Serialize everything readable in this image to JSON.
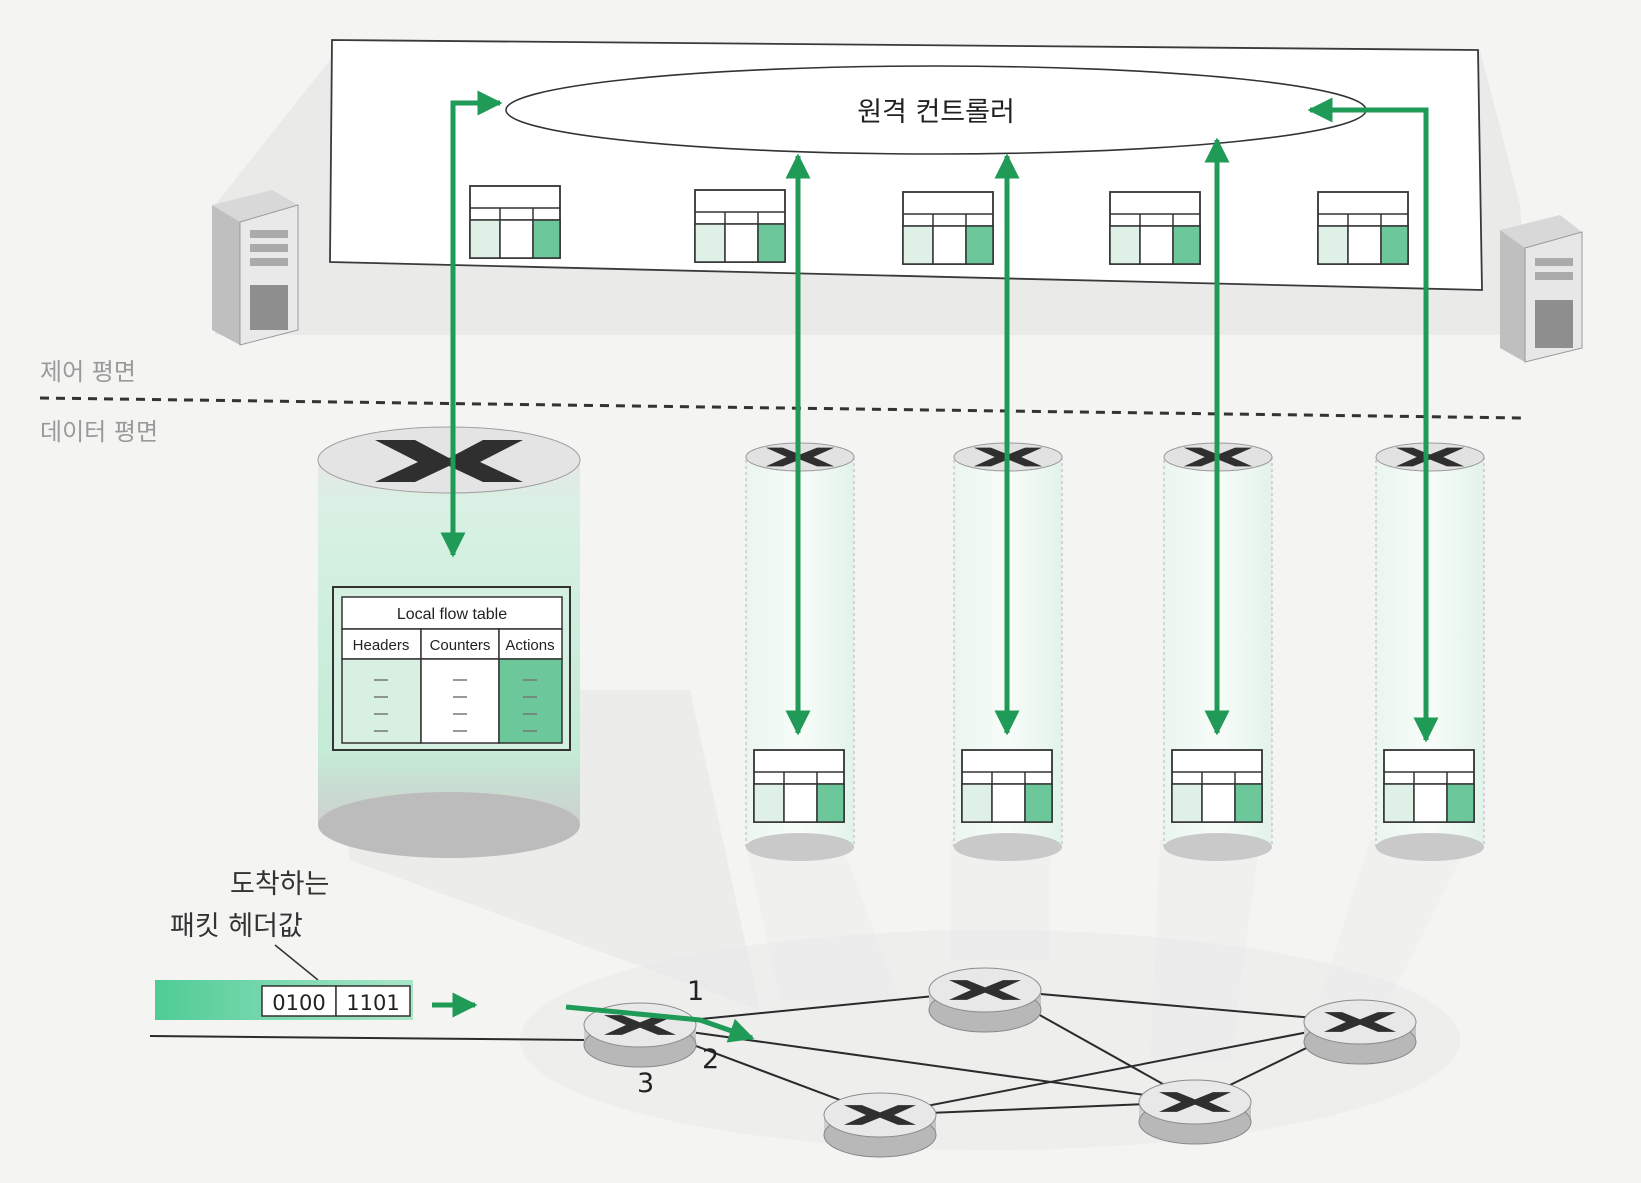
{
  "controller": {
    "label": "원격 컨트롤러"
  },
  "planes": {
    "control": "제어 평면",
    "data": "데이터 평면"
  },
  "flow_table": {
    "title": "Local flow table",
    "columns": [
      "Headers",
      "Counters",
      "Actions"
    ]
  },
  "packet": {
    "caption_line1": "도착하는",
    "caption_line2": "패킷 헤더값",
    "bits": [
      "0100",
      "1101"
    ]
  },
  "ports": [
    "1",
    "2",
    "3"
  ],
  "colors": {
    "accent": "#1f9a57",
    "cell_fill": "#dff0e6",
    "action_fill": "#6cc79a",
    "cylinder_glow": "#c7ecd8"
  }
}
